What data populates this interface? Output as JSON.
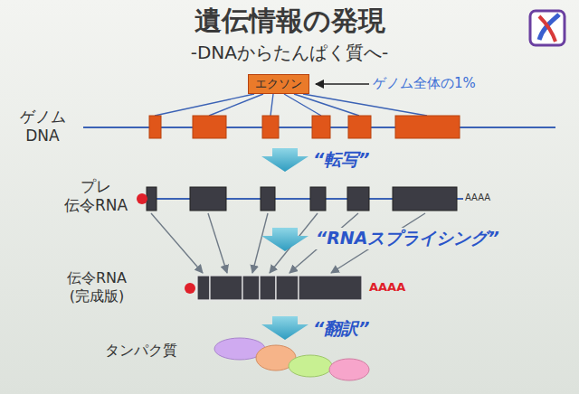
{
  "diagram": {
    "title": "遺伝情報の発現",
    "nodes": [
      {
        "text": [
          "エクソン"
        ]
      }
    ],
    "labels": [
      "-DNAからたんぱく質へ-",
      "ゲノム全体の1%",
      "ゲノム DNA",
      "“転写”",
      "プレ 伝令RNA",
      "AAAA",
      "“RNAスプライシング”",
      "伝令RNA (完成版)",
      "AAAA",
      "“翻訳”",
      "タンパク質"
    ]
  }
}
